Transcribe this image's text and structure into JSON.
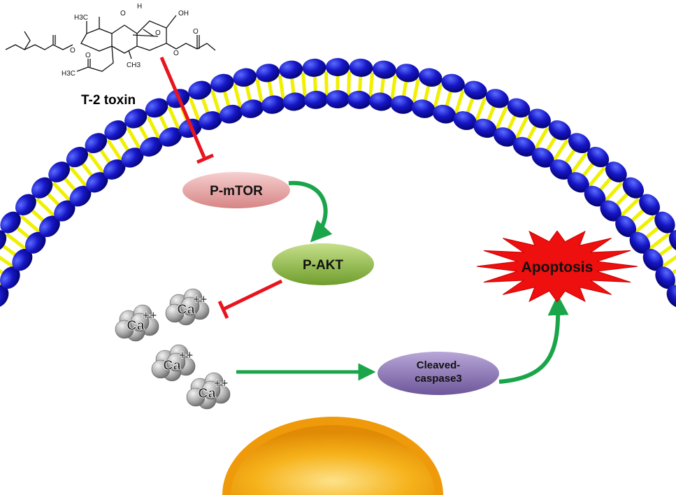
{
  "toxin": {
    "label": "T-2 toxin",
    "structure_atoms": [
      "H3C",
      "H",
      "O",
      "OH",
      "O",
      "O",
      "O",
      "CH3",
      "H3C",
      "O",
      "O"
    ]
  },
  "nodes": {
    "mtor": "P-mTOR",
    "akt": "P-AKT",
    "caspase_line1": "Cleaved-",
    "caspase_line2": "caspase3",
    "apoptosis": "Apoptosis"
  },
  "calcium": {
    "symbol": "Ca",
    "charge": "++"
  },
  "colors": {
    "membrane_head": "#1414c8",
    "membrane_tail": "#f0f000",
    "inhibit": "#e8141e",
    "activate": "#1aa54a",
    "mtor_fill": "#e7a3a3",
    "akt_fill": "#8fbd45",
    "caspase_fill": "#8f78b8",
    "apoptosis_fill": "#ee0f0f",
    "nucleus": "#f0a010"
  },
  "relations": [
    {
      "from": "T-2 toxin",
      "to": "P-mTOR",
      "type": "inhibit"
    },
    {
      "from": "P-mTOR",
      "to": "P-AKT",
      "type": "activate"
    },
    {
      "from": "P-AKT",
      "to": "Ca++",
      "type": "inhibit"
    },
    {
      "from": "Ca++",
      "to": "Cleaved-caspase3",
      "type": "activate"
    },
    {
      "from": "Cleaved-caspase3",
      "to": "Apoptosis",
      "type": "activate"
    }
  ]
}
